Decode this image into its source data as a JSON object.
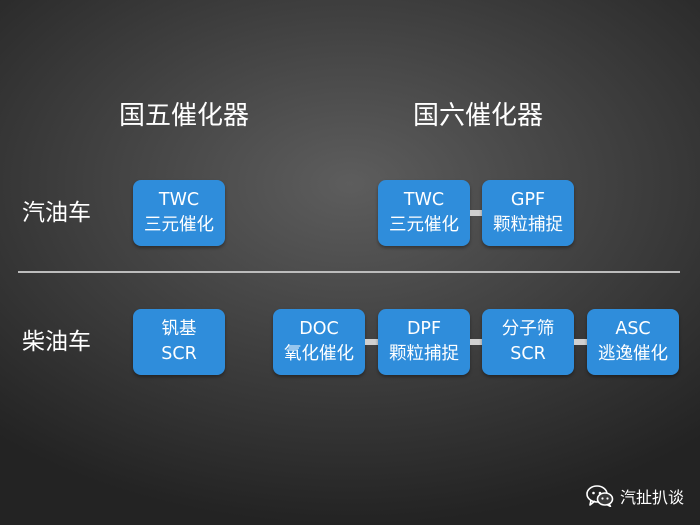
{
  "headers": {
    "gb5": "国五催化器",
    "gb6": "国六催化器"
  },
  "rows": {
    "gasoline": "汽油车",
    "diesel": "柴油车"
  },
  "boxes": {
    "gas_gb5_twc": {
      "line1": "TWC",
      "line2": "三元催化"
    },
    "gas_gb6_twc": {
      "line1": "TWC",
      "line2": "三元催化"
    },
    "gas_gb6_gpf": {
      "line1": "GPF",
      "line2": "颗粒捕捉"
    },
    "diesel_gb5_scr": {
      "line1": "钒基",
      "line2": "SCR"
    },
    "diesel_gb6_doc": {
      "line1": "DOC",
      "line2": "氧化催化"
    },
    "diesel_gb6_dpf": {
      "line1": "DPF",
      "line2": "颗粒捕捉"
    },
    "diesel_gb6_scr": {
      "line1": "分子筛",
      "line2": "SCR"
    },
    "diesel_gb6_asc": {
      "line1": "ASC",
      "line2": "逃逸催化"
    }
  },
  "watermark": {
    "text": "汽扯扒谈",
    "icon": "wechat-icon"
  },
  "colors": {
    "box_fill": "#2f8ddb",
    "connector": "#d0d0d0",
    "divider": "#bcbcbc"
  }
}
